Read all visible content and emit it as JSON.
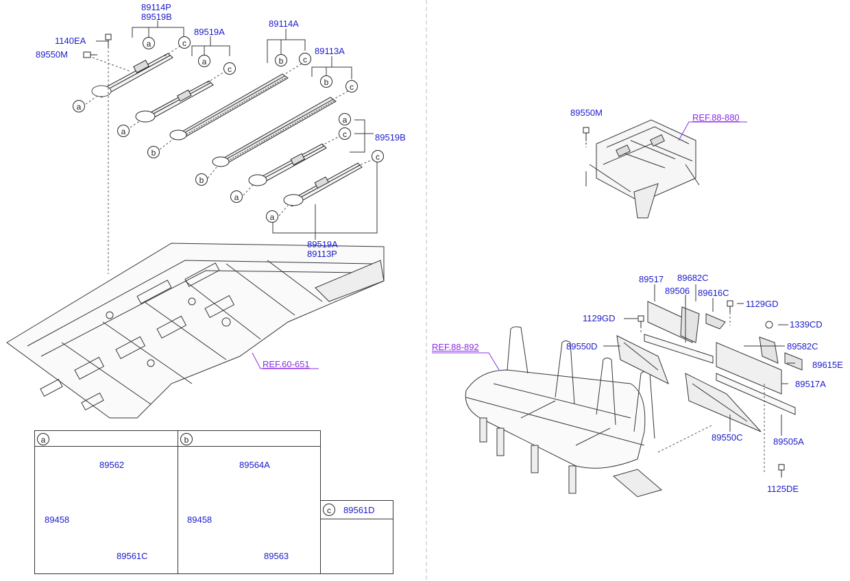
{
  "colors": {
    "part_label": "#1a1acc",
    "ref_label": "#8a2be2",
    "line": "#222222"
  },
  "labels": {
    "l_89114P": "89114P",
    "l_89519B_top": "89519B",
    "l_89519A_top": "89519A",
    "l_89114A": "89114A",
    "l_89113A": "89113A",
    "l_1140EA": "1140EA",
    "l_89550M_left": "89550M",
    "l_89519B_right": "89519B",
    "l_89519A_bottom": "89519A",
    "l_89113P": "89113P",
    "l_89550M_right": "89550M",
    "l_89517": "89517",
    "l_89682C": "89682C",
    "l_89506": "89506",
    "l_89616C": "89616C",
    "l_1129GD_right": "1129GD",
    "l_1129GD_left": "1129GD",
    "l_1339CD": "1339CD",
    "l_89550D": "89550D",
    "l_89582C": "89582C",
    "l_89615E": "89615E",
    "l_89517A": "89517A",
    "l_89550C": "89550C",
    "l_89505A": "89505A",
    "l_1125DE": "1125DE",
    "l_89562": "89562",
    "l_89458_a": "89458",
    "l_89561C": "89561C",
    "l_89564A": "89564A",
    "l_89458_b": "89458",
    "l_89563": "89563",
    "l_89561D": "89561D"
  },
  "refs": {
    "ref_88_880": "REF.88-880",
    "ref_88_892": "REF.88-892",
    "ref_60_651": "REF.60-651"
  },
  "callouts": {
    "a": "a",
    "b": "b",
    "c": "c"
  }
}
